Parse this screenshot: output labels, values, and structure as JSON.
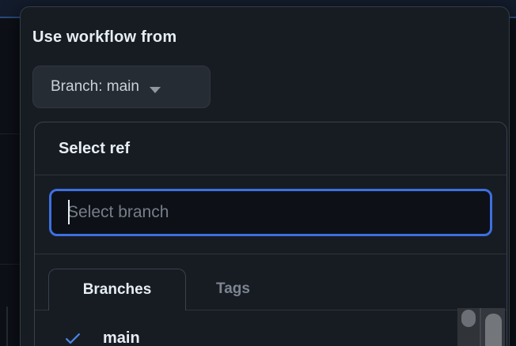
{
  "workflow_dropdown": {
    "title": "Use workflow from",
    "branch_button": {
      "label": "Branch: main",
      "icon": "caret-down-icon"
    }
  },
  "ref_selector": {
    "title": "Select ref",
    "filter_input": {
      "value": "",
      "placeholder": "Select branch"
    },
    "tabs": [
      {
        "label": "Branches",
        "active": true
      },
      {
        "label": "Tags",
        "active": false
      }
    ],
    "items": [
      {
        "label": "main",
        "selected": true,
        "icon": "check-icon"
      }
    ]
  },
  "colors": {
    "page_bg": "#0d1117",
    "panel_bg": "#171c23",
    "input_bg": "#0d1117",
    "focus_ring_blue": "#3d6fe0",
    "check_blue": "#4c84e4",
    "text_primary": "#e6edf3",
    "text_muted": "#7d8590",
    "border": "#3a414b",
    "banner_blue_border": "#2a4a7b"
  }
}
